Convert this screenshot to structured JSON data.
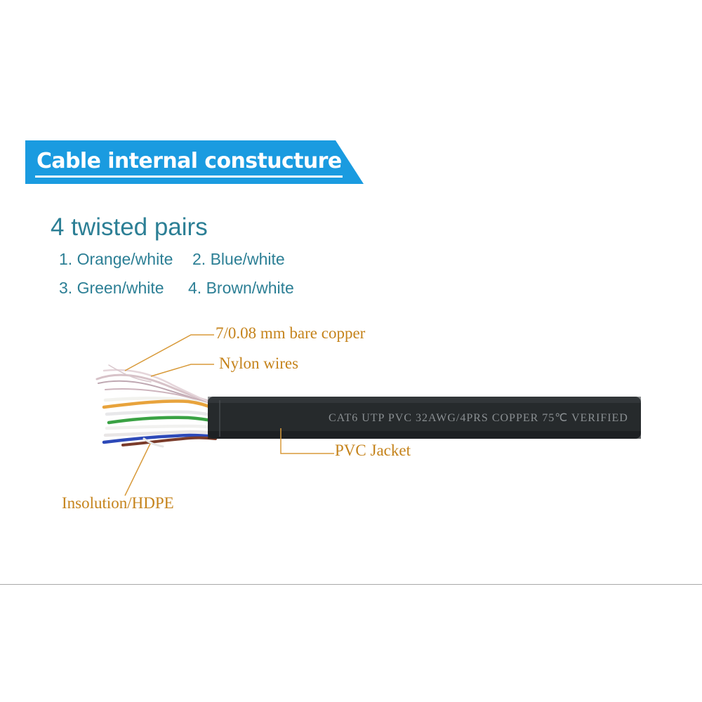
{
  "banner": {
    "title": "Cable internal constucture",
    "color": "#1a9be0"
  },
  "heading": "4 twisted pairs",
  "pairs": [
    "1. Orange/white",
    "2. Blue/white",
    "3. Green/white",
    "4. Brown/white"
  ],
  "callouts": {
    "copper": "7/0.08 mm bare copper",
    "nylon": "Nylon wires",
    "jacket": "PVC Jacket",
    "insulation": "Insolution/HDPE"
  },
  "cable": {
    "print": "CAT6 UTP PVC 32AWG/4PRS COPPER 75℃ VERIFIED",
    "jacket_color": "#262a2c"
  },
  "colors": {
    "text_blue": "#2c7f95",
    "callout_orange": "#c5831b",
    "wire_orange": "#e8a33c",
    "wire_green": "#3aa244",
    "wire_blue": "#2d49b8",
    "wire_brown": "#7a3b2a"
  }
}
